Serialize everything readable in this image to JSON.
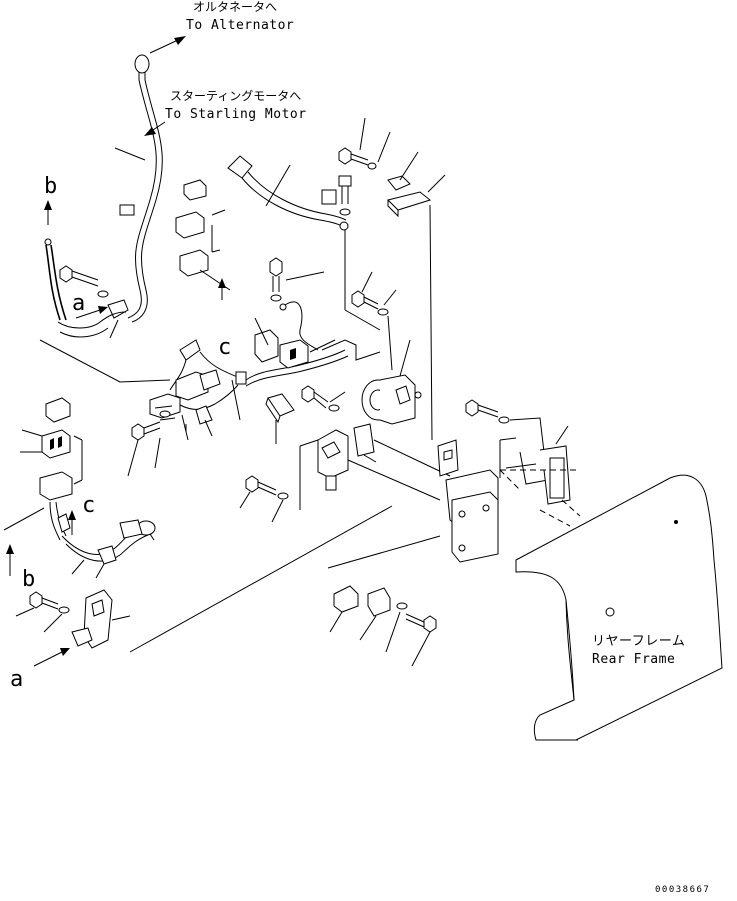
{
  "labels": {
    "alternator_jp": "オルタネータへ",
    "alternator_en": "To Alternator",
    "starting_jp": "スターティングモータへ",
    "starting_en": "To Starling Motor",
    "rear_frame_jp": "リヤーフレーム",
    "rear_frame_en": "Rear Frame",
    "ref_b_top": "b",
    "ref_a_top": "a",
    "ref_c_top": "c",
    "ref_c_bottom": "c",
    "ref_b_bottom": "b",
    "ref_a_bottom": "a",
    "drawing_number": "00038667"
  }
}
